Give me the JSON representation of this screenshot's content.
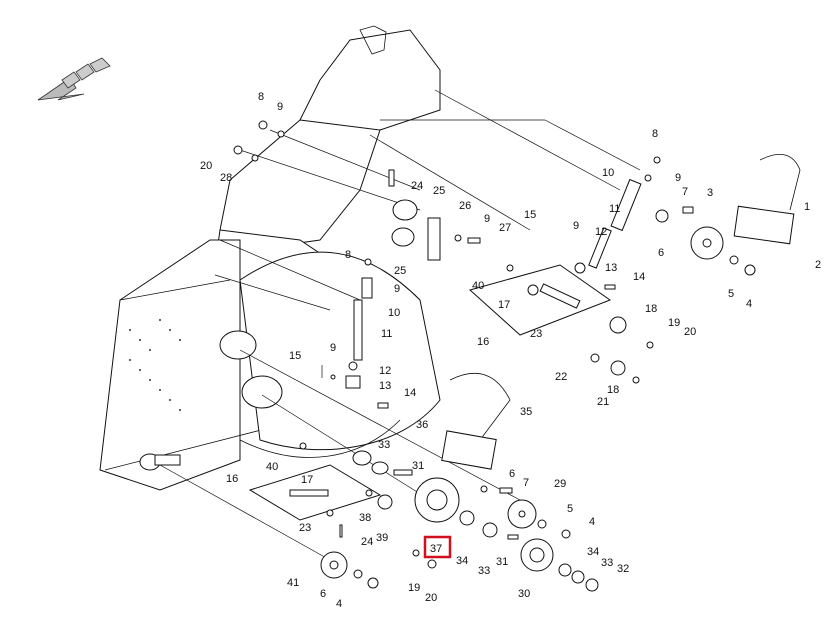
{
  "diagram": {
    "callouts": [
      {
        "id": "c8a",
        "text": "8"
      },
      {
        "id": "c9a",
        "text": "9"
      },
      {
        "id": "c20a",
        "text": "20"
      },
      {
        "id": "c28",
        "text": "28"
      },
      {
        "id": "c24a",
        "text": "24"
      },
      {
        "id": "c25a",
        "text": "25"
      },
      {
        "id": "c26",
        "text": "26"
      },
      {
        "id": "c9b",
        "text": "9"
      },
      {
        "id": "c27",
        "text": "27"
      },
      {
        "id": "c25b",
        "text": "25"
      },
      {
        "id": "c8b",
        "text": "8"
      },
      {
        "id": "c9c",
        "text": "9"
      },
      {
        "id": "c10a",
        "text": "10"
      },
      {
        "id": "c11a",
        "text": "11"
      },
      {
        "id": "c15a",
        "text": "15"
      },
      {
        "id": "c9d",
        "text": "9"
      },
      {
        "id": "c12a",
        "text": "12"
      },
      {
        "id": "c13a",
        "text": "13"
      },
      {
        "id": "c14a",
        "text": "14"
      },
      {
        "id": "c8c",
        "text": "8"
      },
      {
        "id": "c9e",
        "text": "9"
      },
      {
        "id": "c10b",
        "text": "10"
      },
      {
        "id": "c7a",
        "text": "7"
      },
      {
        "id": "c3",
        "text": "3"
      },
      {
        "id": "c1",
        "text": "1"
      },
      {
        "id": "c11b",
        "text": "11"
      },
      {
        "id": "c6a",
        "text": "6"
      },
      {
        "id": "c2",
        "text": "2"
      },
      {
        "id": "c5a",
        "text": "5"
      },
      {
        "id": "c4a",
        "text": "4"
      },
      {
        "id": "c15b",
        "text": "15"
      },
      {
        "id": "c9f",
        "text": "9"
      },
      {
        "id": "c12b",
        "text": "12"
      },
      {
        "id": "c13b",
        "text": "13"
      },
      {
        "id": "c40a",
        "text": "40"
      },
      {
        "id": "c14b",
        "text": "14"
      },
      {
        "id": "c17a",
        "text": "17"
      },
      {
        "id": "c18a",
        "text": "18"
      },
      {
        "id": "c19a",
        "text": "19"
      },
      {
        "id": "c20b",
        "text": "20"
      },
      {
        "id": "c16a",
        "text": "16"
      },
      {
        "id": "c23a",
        "text": "23"
      },
      {
        "id": "c22",
        "text": "22"
      },
      {
        "id": "c18b",
        "text": "18"
      },
      {
        "id": "c21",
        "text": "21"
      },
      {
        "id": "c36",
        "text": "36"
      },
      {
        "id": "c35",
        "text": "35"
      },
      {
        "id": "c33a",
        "text": "33"
      },
      {
        "id": "c40b",
        "text": "40"
      },
      {
        "id": "c31a",
        "text": "31"
      },
      {
        "id": "c6b",
        "text": "6"
      },
      {
        "id": "c7b",
        "text": "7"
      },
      {
        "id": "c16b",
        "text": "16"
      },
      {
        "id": "c17b",
        "text": "17"
      },
      {
        "id": "c29",
        "text": "29"
      },
      {
        "id": "c5b",
        "text": "5"
      },
      {
        "id": "c4b",
        "text": "4"
      },
      {
        "id": "c38",
        "text": "38"
      },
      {
        "id": "c23b",
        "text": "23"
      },
      {
        "id": "c39",
        "text": "39"
      },
      {
        "id": "c24b",
        "text": "24"
      },
      {
        "id": "c34a",
        "text": "34"
      },
      {
        "id": "c33b",
        "text": "33"
      },
      {
        "id": "c31b",
        "text": "31"
      },
      {
        "id": "c37",
        "text": "37"
      },
      {
        "id": "c34b",
        "text": "34"
      },
      {
        "id": "c33c",
        "text": "33"
      },
      {
        "id": "c32",
        "text": "32"
      },
      {
        "id": "c41",
        "text": "41"
      },
      {
        "id": "c19b",
        "text": "19"
      },
      {
        "id": "c20c",
        "text": "20"
      },
      {
        "id": "c30",
        "text": "30"
      },
      {
        "id": "c6c",
        "text": "6"
      },
      {
        "id": "c4c",
        "text": "4"
      }
    ],
    "highlighted_callout": "37",
    "highlight_color": "#d0101f"
  }
}
